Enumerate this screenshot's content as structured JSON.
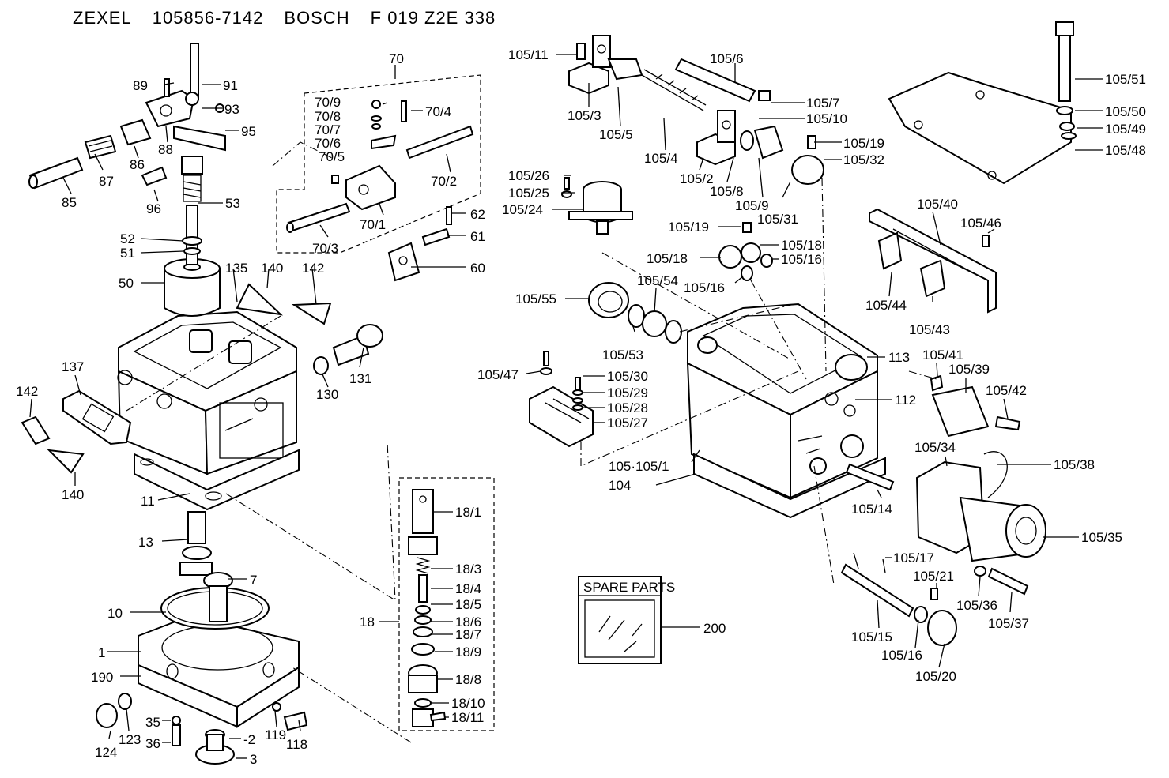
{
  "header": {
    "maker": "ZEXEL",
    "part_number": "105856-7142",
    "brand": "BOSCH",
    "bosch_number": "F 019 Z2E 338"
  },
  "spare_parts_box": {
    "label": "SPARE PARTS",
    "number": "200"
  },
  "labels": [
    "89",
    "91",
    "93",
    "88",
    "95",
    "86",
    "87",
    "85",
    "96",
    "53",
    "52",
    "51",
    "50",
    "135",
    "140",
    "142",
    "70",
    "70/9",
    "70/8",
    "70/7",
    "70/6",
    "70/5",
    "70/4",
    "70/2",
    "70/1",
    "70/3",
    "62",
    "61",
    "60",
    "137",
    "142",
    "140",
    "131",
    "130",
    "11",
    "13",
    "7",
    "10",
    "1",
    "190",
    "124",
    "123",
    "35",
    "36",
    "-2",
    "119",
    "118",
    "3",
    "18",
    "18/1",
    "18/3",
    "18/4",
    "18/5",
    "18/6",
    "18/7",
    "18/9",
    "18/8",
    "18/10",
    "18/11",
    "105/11",
    "105/3",
    "105/5",
    "105/4",
    "105/6",
    "105/7",
    "105/10",
    "105/2",
    "105/8",
    "105/9",
    "105/31",
    "105/19",
    "105/32",
    "105/26",
    "105/25",
    "105/24",
    "105/19",
    "105/18",
    "105/18",
    "105/16",
    "105/16",
    "105/55",
    "105/54",
    "105/53",
    "105/47",
    "105/30",
    "105/29",
    "105/28",
    "105/27",
    "105·105/1",
    "104",
    "113",
    "112",
    "105/14",
    "105/51",
    "105/50",
    "105/49",
    "105/48",
    "105/40",
    "105/46",
    "105/44",
    "105/43",
    "105/41",
    "105/39",
    "105/42",
    "105/34",
    "105/38",
    "105/35",
    "105/17",
    "105/21",
    "105/15",
    "105/16",
    "105/20",
    "105/36",
    "105/37"
  ]
}
